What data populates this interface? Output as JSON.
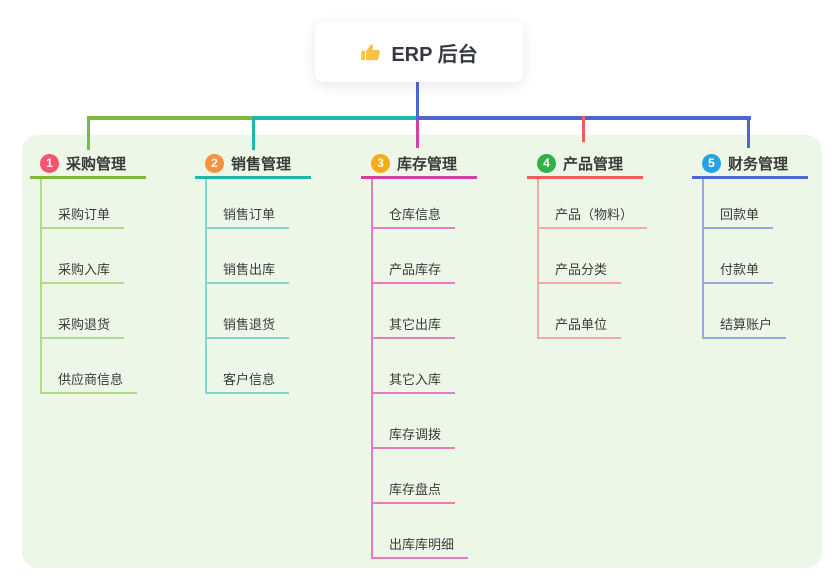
{
  "root": {
    "title": "ERP 后台",
    "icon": "thumbs-up-icon"
  },
  "panel_color": "#ecf7e7",
  "connector_colors": {
    "root_drop": "#4a68cf",
    "bus_green": "#7cb93e",
    "bus_teal": "#20b7ab",
    "bus_blue": "#4a68cf",
    "drop_magenta": "#d43fa5",
    "drop_red": "#f45c5c"
  },
  "branches": [
    {
      "number": "1",
      "title": "采购管理",
      "badge_color": "#f5566e",
      "line_color": "#7cb93e",
      "child_line_color": "#b3d98f",
      "children": [
        "采购订单",
        "采购入库",
        "采购退货",
        "供应商信息"
      ]
    },
    {
      "number": "2",
      "title": "销售管理",
      "badge_color": "#f6913d",
      "line_color": "#20b7ab",
      "child_line_color": "#85d5cc",
      "children": [
        "销售订单",
        "销售出库",
        "销售退货",
        "客户信息"
      ]
    },
    {
      "number": "3",
      "title": "库存管理",
      "badge_color": "#f9ab16",
      "line_color": "#d43fa5",
      "child_line_color": "#e77dc0",
      "children": [
        "仓库信息",
        "产品库存",
        "其它出库",
        "其它入库",
        "库存调拨",
        "库存盘点",
        "出库库明细"
      ]
    },
    {
      "number": "4",
      "title": "产品管理",
      "badge_color": "#2eb247",
      "line_color": "#f45c5c",
      "child_line_color": "#f8a8a4",
      "children": [
        "产品（物料）",
        "产品分类",
        "产品单位"
      ]
    },
    {
      "number": "5",
      "title": "财务管理",
      "badge_color": "#29a1e2",
      "line_color": "#4a68cf",
      "child_line_color": "#97a8de",
      "children": [
        "回款单",
        "付款单",
        "结算账户"
      ]
    }
  ]
}
